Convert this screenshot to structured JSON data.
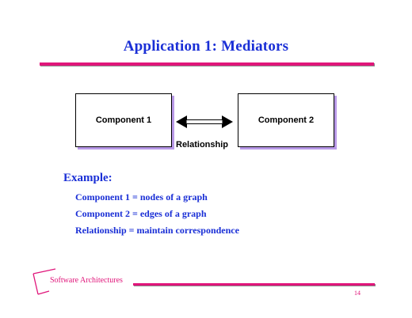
{
  "slide": {
    "title": "Application 1: Mediators",
    "page_number": "14"
  },
  "diagram": {
    "component1": "Component 1",
    "component2": "Component 2",
    "relationship_label": "Relationship",
    "arrow_icon": "double-headed-arrow-icon"
  },
  "example": {
    "heading": "Example:",
    "lines": [
      "Component 1 = nodes of a graph",
      "Component 2 = edges of a graph",
      "Relationship = maintain correspondence"
    ]
  },
  "footer": {
    "course_label": "Software Architectures"
  },
  "colors": {
    "title": "#1a2fd6",
    "accent": "#e0157a",
    "box_shadow": "#b99ae8"
  }
}
